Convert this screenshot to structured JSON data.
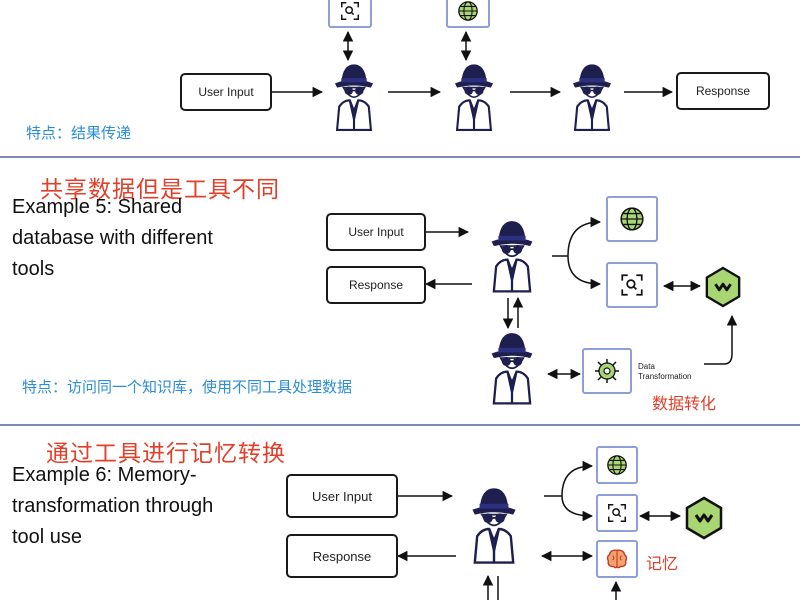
{
  "section1": {
    "user_input": "User Input",
    "response": "Response",
    "note": "特点：结果传递"
  },
  "section2": {
    "cn_title": "共享数据但是工具不同",
    "title_line1": "Example 5: Shared",
    "title_line2": "database with different",
    "title_line3": "tools",
    "user_input": "User Input",
    "response": "Response",
    "data_transform_line1": "Data",
    "data_transform_line2": "Transformation",
    "data_transform_cn": "数据转化",
    "note": "特点：访问同一个知识库，使用不同工具处理数据"
  },
  "section3": {
    "cn_title": "通过工具进行记忆转换",
    "title_line1": "Example 6: Memory-",
    "title_line2": "transformation through",
    "title_line3": "tool use",
    "user_input": "User Input",
    "response": "Response",
    "memory_cn": "记忆"
  },
  "colors": {
    "title_red": "#e0402a",
    "note_blue": "#2a8dd6",
    "icon_border": "#8e9fd8",
    "divider": "#7b8db3",
    "globe_fill": "#a8d672",
    "hex_fill": "#a8d672",
    "brain_fill": "#f2a36b"
  },
  "icons": [
    "search-icon",
    "globe-icon",
    "agent-icon",
    "database-hex-icon",
    "data-transformation-icon",
    "brain-icon"
  ]
}
